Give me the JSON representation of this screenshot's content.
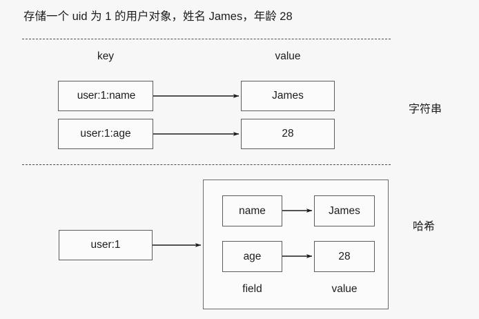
{
  "title": "存储一个 uid 为 1 的用户对象，姓名 James，年龄 28",
  "columns": {
    "key_header": "key",
    "value_header": "value"
  },
  "sections": [
    {
      "id": "string",
      "side_label": "字符串",
      "rows": [
        {
          "key": "user:1:name",
          "value": "James"
        },
        {
          "key": "user:1:age",
          "value": "28"
        }
      ]
    },
    {
      "id": "hash",
      "side_label": "哈希",
      "hash_key": "user:1",
      "inner_headers": {
        "field": "field",
        "value": "value"
      },
      "entries": [
        {
          "field": "name",
          "value": "James"
        },
        {
          "field": "age",
          "value": "28"
        }
      ]
    }
  ],
  "style": {
    "background": "#f7f7f7",
    "box_border": "#5b5b5b",
    "text_color": "#1c1c1c",
    "separator_color": "#4a4a4a",
    "arrow_color": "#1a1a1a"
  }
}
